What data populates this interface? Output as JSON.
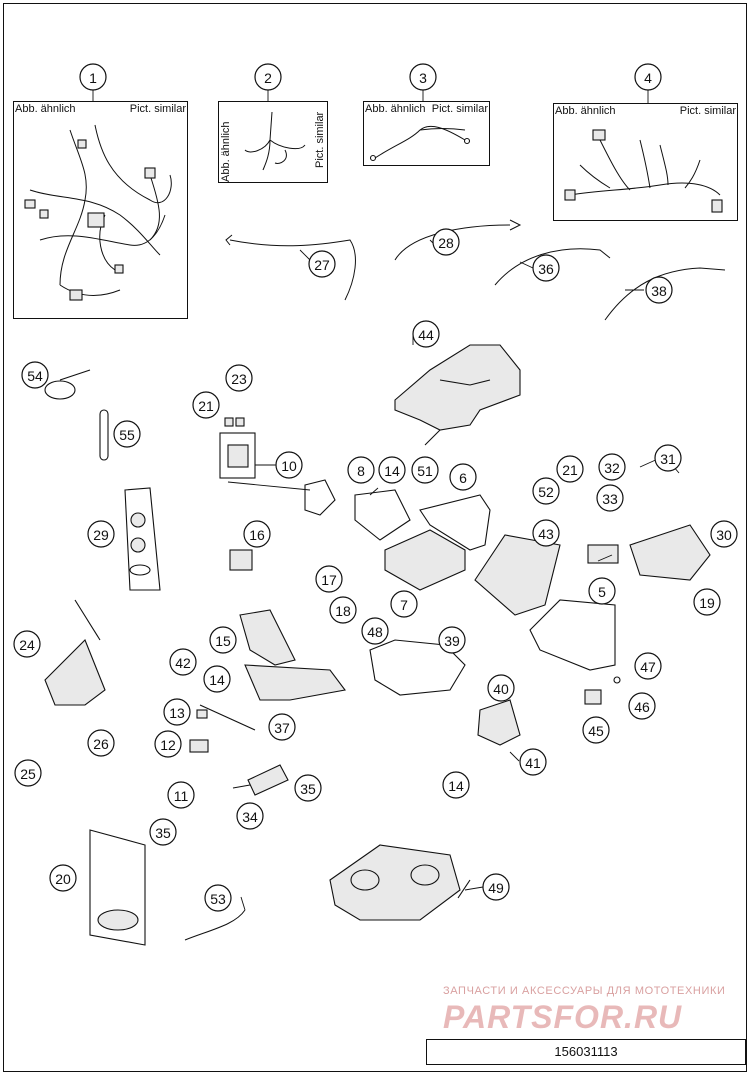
{
  "insets": {
    "label_de": "Abb. ähnlich",
    "label_en": "Pict. similar"
  },
  "callouts": [
    "1",
    "2",
    "3",
    "4",
    "27",
    "28",
    "36",
    "38",
    "44",
    "54",
    "55",
    "23",
    "21",
    "10",
    "29",
    "16",
    "8",
    "14",
    "51",
    "6",
    "21",
    "52",
    "32",
    "31",
    "33",
    "30",
    "43",
    "7",
    "17",
    "18",
    "15",
    "14",
    "48",
    "39",
    "5",
    "19",
    "24",
    "42",
    "13",
    "37",
    "12",
    "11",
    "26",
    "25",
    "35",
    "34",
    "40",
    "41",
    "14",
    "47",
    "46",
    "45",
    "35",
    "20",
    "53",
    "49"
  ],
  "watermark": {
    "line1": "ЗАПЧАСТИ И АКСЕССУАРЫ ДЛЯ МОТОТЕХНИКИ",
    "line2": "PARTSFOR.RU"
  },
  "reference_number": "156031113"
}
